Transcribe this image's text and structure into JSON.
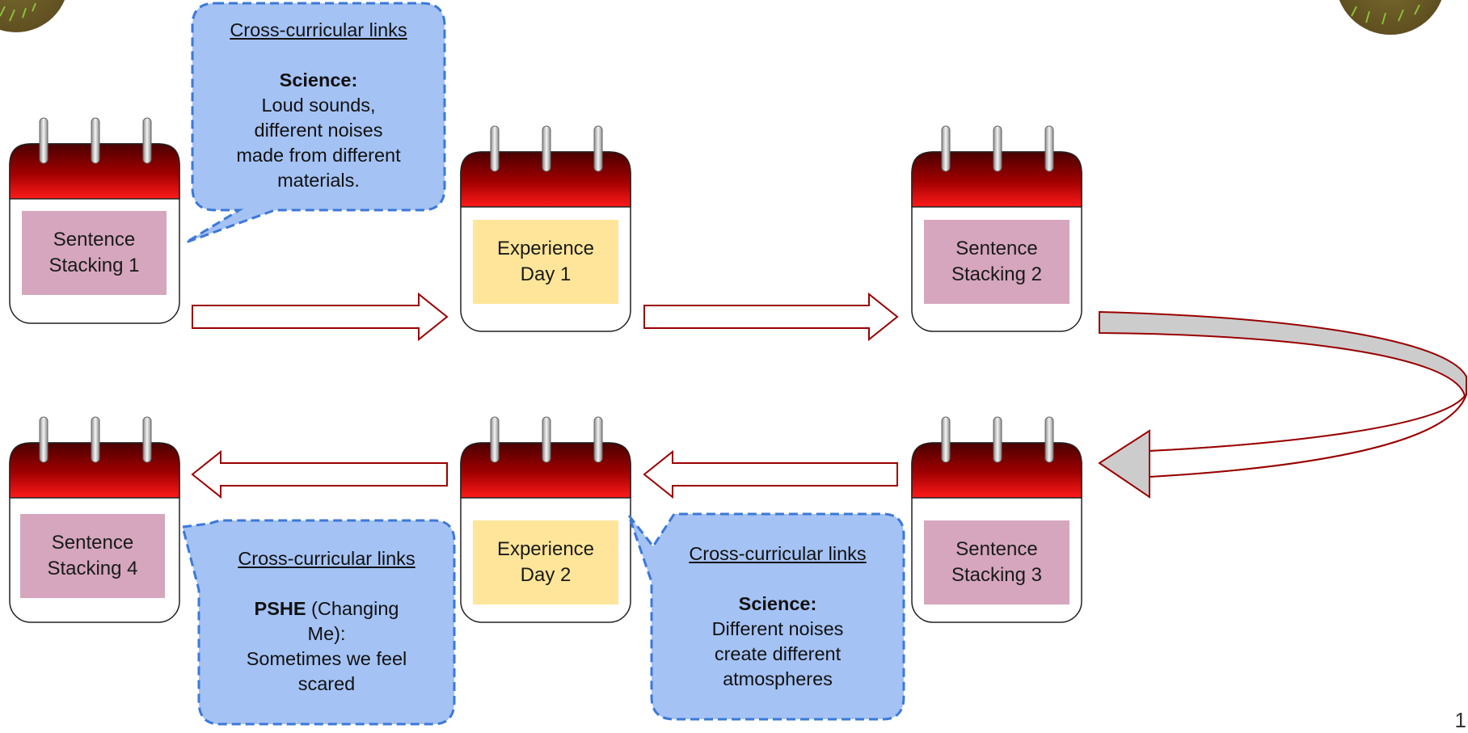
{
  "cards": [
    {
      "id": "sentence-stacking-1",
      "lines": [
        "Sentence",
        "Stacking 1"
      ],
      "color": "#d5a6bd"
    },
    {
      "id": "experience-day-1",
      "lines": [
        "Experience",
        "Day 1"
      ],
      "color": "#ffe599"
    },
    {
      "id": "sentence-stacking-2",
      "lines": [
        "Sentence",
        "Stacking 2"
      ],
      "color": "#d5a6bd"
    },
    {
      "id": "sentence-stacking-3",
      "lines": [
        "Sentence",
        "Stacking 3"
      ],
      "color": "#d5a6bd"
    },
    {
      "id": "experience-day-2",
      "lines": [
        "Experience",
        "Day 2"
      ],
      "color": "#ffe599"
    },
    {
      "id": "sentence-stacking-4",
      "lines": [
        "Sentence",
        "Stacking 4"
      ],
      "color": "#d5a6bd"
    }
  ],
  "callouts": [
    {
      "heading": "Cross-curricular links",
      "subject": "Science:",
      "lines": [
        "Loud sounds,",
        "different noises",
        "made from different",
        "materials."
      ]
    },
    {
      "heading": "Cross-curricular links",
      "subject": "PSHE",
      "subject_suffix": " (Changing",
      "lines": [
        "Me):",
        "Sometimes we feel",
        "scared"
      ]
    },
    {
      "heading": "Cross-curricular links",
      "subject": "Science:",
      "lines": [
        "Different noises",
        "create different",
        "atmospheres"
      ]
    }
  ],
  "colors": {
    "calendar_top": "#cc0000",
    "arrow_stroke": "#990000",
    "callout_fill": "#a4c2f4",
    "callout_border": "#3c78d8",
    "return_arrow_fill": "#cccccc"
  },
  "page_number": "1"
}
